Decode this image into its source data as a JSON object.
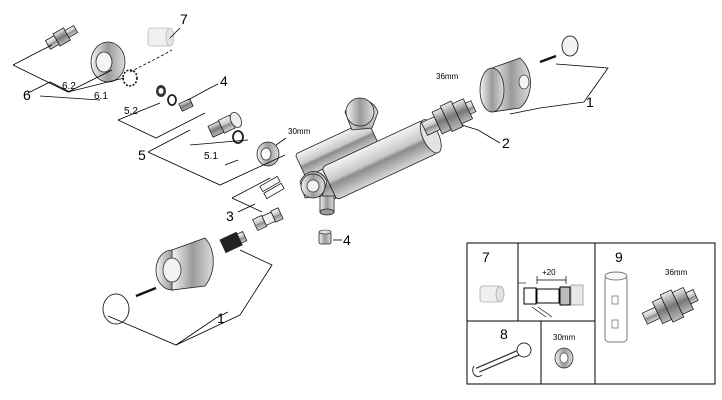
{
  "callouts": {
    "n1_right": "1",
    "n1_left": "1",
    "n2": "2",
    "n3": "3",
    "n4_top": "4",
    "n4_bottom": "4",
    "n5": "5",
    "n5_1": "5.1",
    "n5_2": "5.2",
    "n6": "6",
    "n6_1": "6.1",
    "n6_2": "6.2",
    "n7": "7"
  },
  "dimensions": {
    "wrench_36_top": "36mm",
    "wrench_30_top": "30mm"
  },
  "tools_panel": {
    "n7": "7",
    "n8": "8",
    "n9": "9",
    "dim_plus20": "+20",
    "wrench_30": "30mm",
    "wrench_36": "36mm"
  },
  "colors": {
    "chrome_light": "#e6e6e6",
    "chrome_mid": "#a8a8a8",
    "chrome_dark": "#555555",
    "line": "#000000"
  }
}
